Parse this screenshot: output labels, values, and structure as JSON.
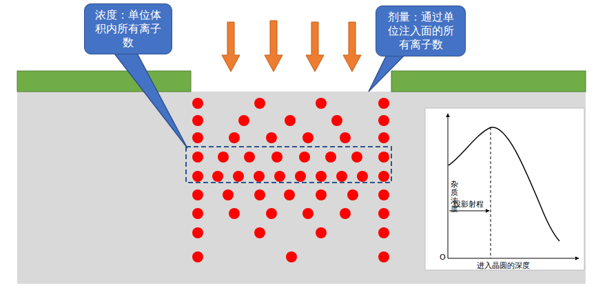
{
  "diagram": {
    "nodes": [
      {
        "text": [
          "浓度：单位体积内所有离子数"
        ]
      },
      {
        "text": [
          "剂量：通过单位注入面的所有离子数"
        ]
      }
    ],
    "labels": [
      "杂质浓度",
      "投影射程",
      "O",
      "进入晶圆的深度"
    ]
  }
}
